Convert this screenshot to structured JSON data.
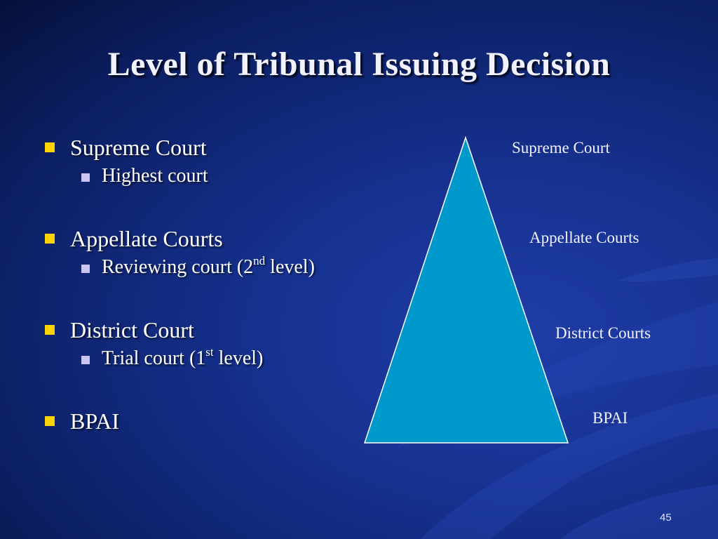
{
  "slide": {
    "title": "Level of Tribunal Issuing Decision",
    "slide_number": "45"
  },
  "bullets": [
    {
      "label": "Supreme Court",
      "sub": {
        "text": "Highest court",
        "sup": "",
        "after": ""
      }
    },
    {
      "label": "Appellate Courts",
      "sub": {
        "text": "Reviewing court (2",
        "sup": "nd",
        "after": " level)"
      }
    },
    {
      "label": "District Court",
      "sub": {
        "text": "Trial court (1",
        "sup": "st",
        "after": " level)"
      }
    },
    {
      "label": "BPAI"
    }
  ],
  "pyramid": {
    "fill_color": "#0099cc",
    "stroke_color": "#ffffff",
    "levels": [
      "Supreme Court",
      "Appellate Courts",
      "District Courts",
      "BPAI"
    ]
  },
  "colors": {
    "bullet_primary": "#ffd400",
    "bullet_secondary": "#c9c6f2",
    "background": "#16318f"
  }
}
